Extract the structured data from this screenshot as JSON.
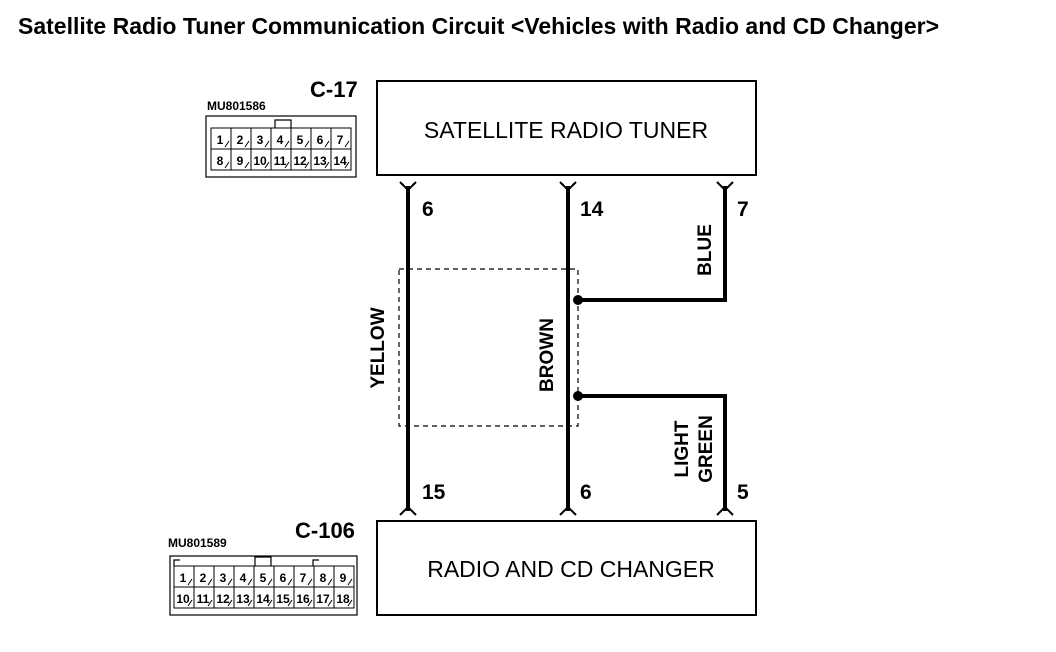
{
  "title": "Satellite Radio Tuner Communication Circuit <Vehicles with Radio and CD Changer>",
  "top_component": {
    "label": "SATELLITE RADIO TUNER",
    "connector_id": "C-17",
    "part_number": "MU801586"
  },
  "bottom_component": {
    "label": "RADIO AND CD CHANGER",
    "connector_id": "C-106",
    "part_number": "MU801589"
  },
  "wires": [
    {
      "color_label": "YELLOW",
      "top_pin": "6",
      "bottom_pin": "15"
    },
    {
      "color_label": "BROWN",
      "top_pin": "14",
      "bottom_pin": "6"
    },
    {
      "color_label": "BLUE",
      "top_pin": "7"
    },
    {
      "color_label_line1": "LIGHT",
      "color_label_line2": "GREEN",
      "bottom_pin": "5"
    }
  ],
  "connector_c17": {
    "row1": [
      "1",
      "2",
      "3",
      "4",
      "5",
      "6",
      "7"
    ],
    "row2": [
      "8",
      "9",
      "10",
      "11",
      "12",
      "13",
      "14"
    ]
  },
  "connector_c106": {
    "row1": [
      "1",
      "2",
      "3",
      "4",
      "5",
      "6",
      "7",
      "8",
      "9"
    ],
    "row2": [
      "10",
      "11",
      "12",
      "13",
      "14",
      "15",
      "16",
      "17",
      "18"
    ]
  }
}
